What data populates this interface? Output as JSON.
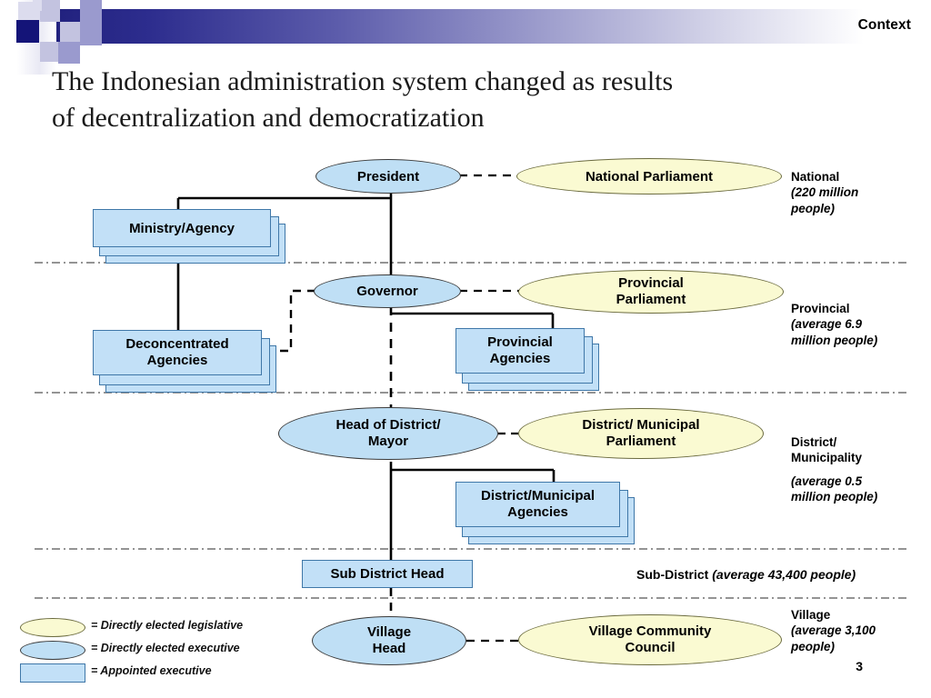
{
  "header": {
    "context_label": "Context"
  },
  "title": {
    "line1": "The Indonesian administration system changed as results",
    "line2": "of decentralization and democratization"
  },
  "colors": {
    "executive_elected": "#bfdff5",
    "legislative_elected": "#fafad2",
    "appointed_executive": "#c2e0f7",
    "header_gradient_start": "#21217e",
    "line": "#000000"
  },
  "nodes": {
    "president": "President",
    "national_parliament": "National Parliament",
    "ministry_agency": "Ministry/Agency",
    "governor": "Governor",
    "provincial_parliament_l1": "Provincial",
    "provincial_parliament_l2": "Parliament",
    "deconcentrated_agencies_l1": "Deconcentrated",
    "deconcentrated_agencies_l2": "Agencies",
    "provincial_agencies_l1": "Provincial",
    "provincial_agencies_l2": "Agencies",
    "head_of_district_l1": "Head of District/",
    "head_of_district_l2": "Mayor",
    "district_parliament_l1": "District/ Municipal",
    "district_parliament_l2": "Parliament",
    "district_agencies_l1": "District/Municipal",
    "district_agencies_l2": "Agencies",
    "sub_district_head": "Sub District Head",
    "village_head_l1": "Village",
    "village_head_l2": "Head",
    "village_council_l1": "Village Community",
    "village_council_l2": "Council"
  },
  "levels": {
    "national": {
      "name": "National",
      "detail_l1": "(220 million",
      "detail_l2": "people)"
    },
    "provincial": {
      "name": "Provincial",
      "detail_l1": "(average 6.9",
      "detail_l2": "million people)"
    },
    "district": {
      "name_l1": "District/",
      "name_l2": "Municipality",
      "detail_l1": "(average 0.5",
      "detail_l2": "million people)"
    },
    "subdistrict": {
      "name": "Sub-District",
      "detail": "(average 43,400 people)"
    },
    "village": {
      "name": "Village",
      "detail_l1": "(average 3,100",
      "detail_l2": "people)"
    }
  },
  "legend": [
    {
      "shape": "ellipse",
      "color": "#fafad2",
      "label": "= Directly elected legislative"
    },
    {
      "shape": "ellipse",
      "color": "#bfdff5",
      "label": "= Directly elected executive"
    },
    {
      "shape": "rect",
      "color": "#c2e0f7",
      "label": "= Appointed executive"
    }
  ],
  "footer": {
    "page_number": "3"
  }
}
